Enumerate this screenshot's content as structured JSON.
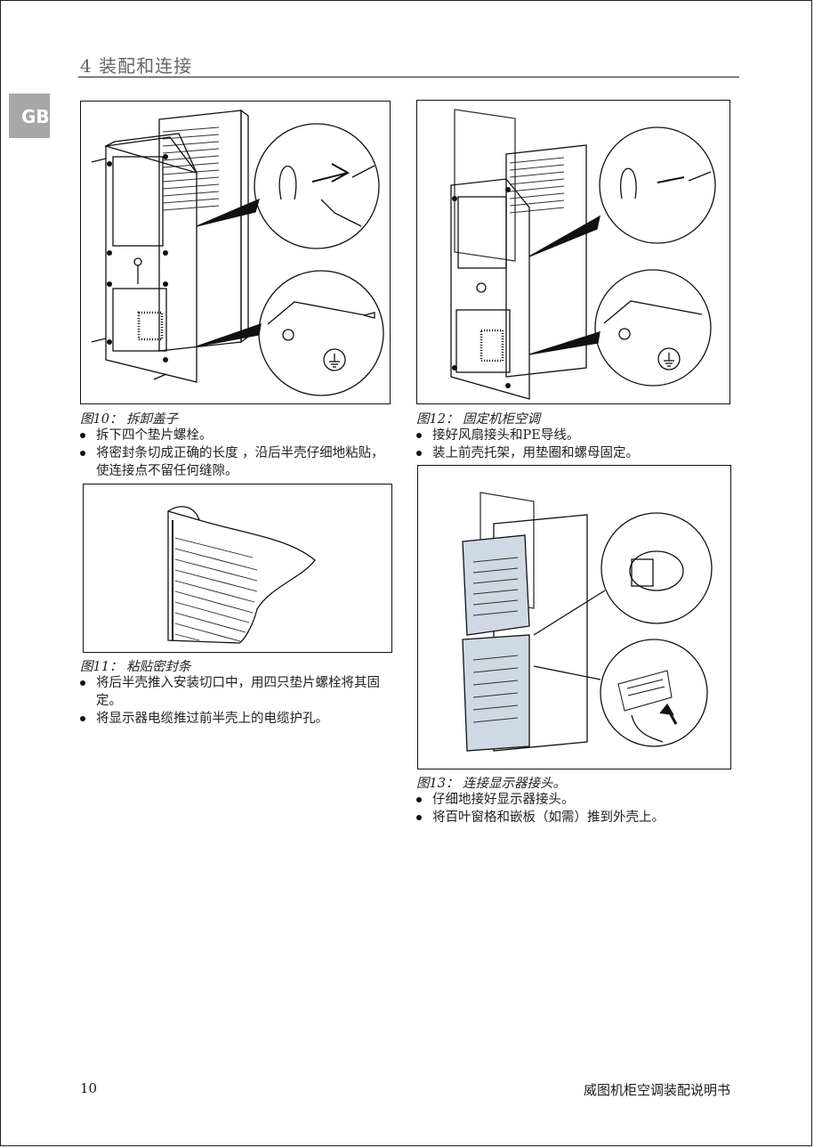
{
  "header": {
    "section_title": "4   装配和连接",
    "lang_tab": "GB"
  },
  "figures": {
    "fig10": {
      "caption": "图10： 拆卸盖子",
      "bullets": [
        "拆下四个垫片螺栓。",
        "将密封条切成正确的长度 ，沿后半壳仔细地粘贴，使连接点不留任何缝隙。"
      ]
    },
    "fig11": {
      "caption": "图11： 粘贴密封条",
      "bullets": [
        "将后半壳推入安装切口中，用四只垫片螺栓将其固定。",
        "将显示器电缆推过前半壳上的电缆护孔。"
      ]
    },
    "fig12": {
      "caption": "图12： 固定机柜空调",
      "bullets": [
        "接好风扇接头和PE导线。",
        "装上前壳托架，用垫圈和螺母固定。"
      ]
    },
    "fig13": {
      "caption": "图13： 连接显示器接头。",
      "bullets": [
        "仔细地接好显示器接头。",
        "将百叶窗格和嵌板（如需）推到外壳上。"
      ]
    }
  },
  "footer": {
    "page_number": "10",
    "doc_title": "威图机柜空调装配说明书"
  }
}
